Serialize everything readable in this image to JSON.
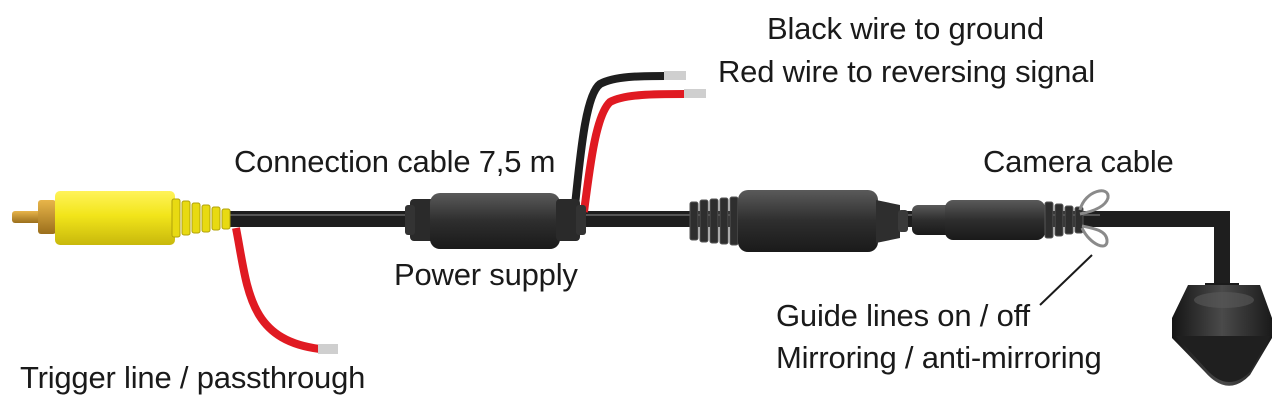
{
  "labels": {
    "black_wire": "Black wire to ground",
    "red_wire": "Red wire to reversing signal",
    "connection_cable": "Connection cable 7,5 m",
    "camera_cable": "Camera cable",
    "power_supply": "Power supply",
    "guide_lines": "Guide lines on / off",
    "mirroring": "Mirroring / anti-mirroring",
    "trigger_line": "Trigger line / passthrough"
  },
  "colors": {
    "cable": "#1e1e1e",
    "connector": "#3a3a3a",
    "red_wire": "#e01a22",
    "rca_yellow": "#f2e51a",
    "rca_pin": "#c9972e",
    "camera_housing": "#2b2b2b"
  }
}
